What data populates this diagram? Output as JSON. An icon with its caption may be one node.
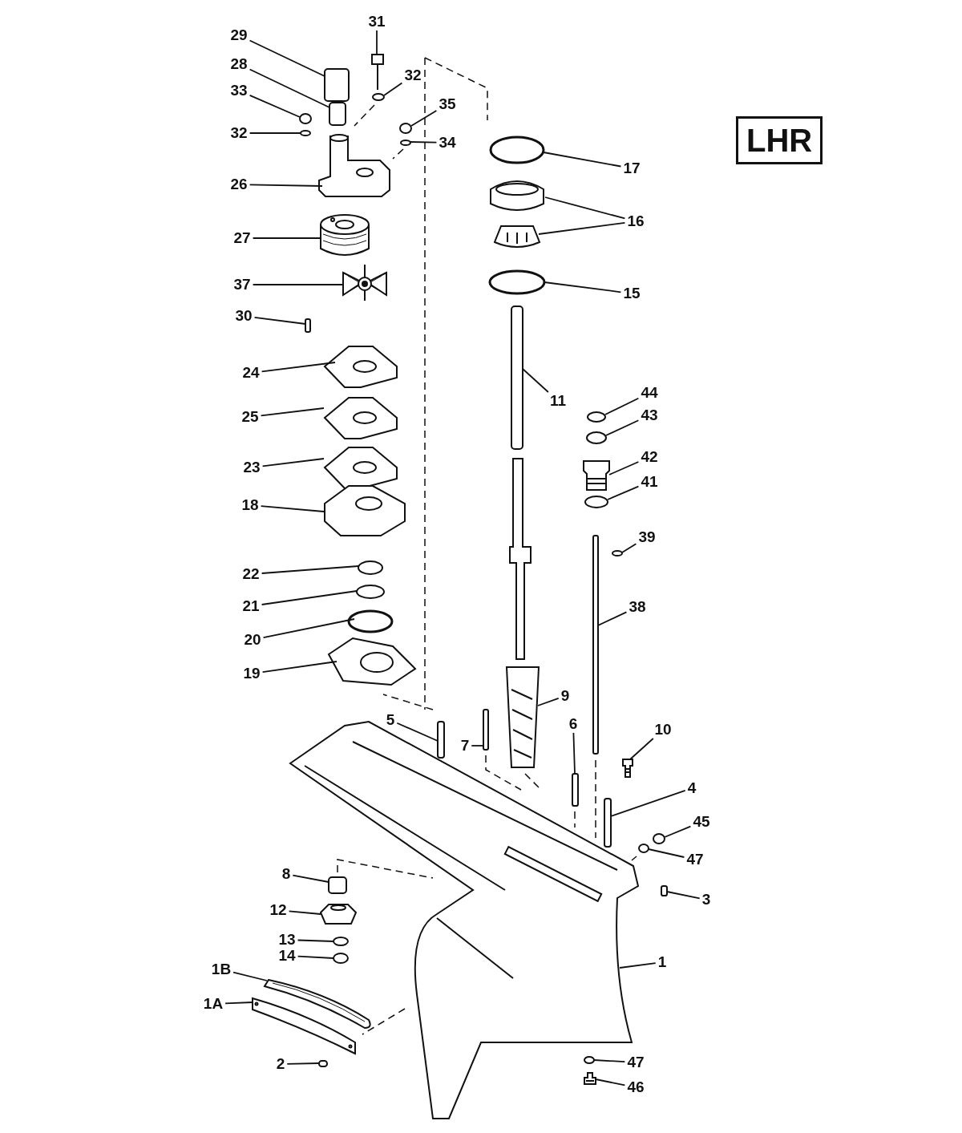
{
  "diagram": {
    "nodes": [
      {
        "text": [
          "29"
        ]
      },
      {
        "text": [
          "31"
        ]
      },
      {
        "text": [
          "32"
        ]
      },
      {
        "text": [
          "28"
        ]
      },
      {
        "text": [
          "33"
        ]
      },
      {
        "text": [
          "32"
        ]
      },
      {
        "text": [
          "35"
        ]
      },
      {
        "text": [
          "34"
        ]
      },
      {
        "text": [
          "26"
        ]
      },
      {
        "text": [
          "17"
        ]
      },
      {
        "text": [
          "16"
        ]
      },
      {
        "text": [
          "27"
        ]
      },
      {
        "text": [
          "37"
        ]
      },
      {
        "text": [
          "15"
        ]
      },
      {
        "text": [
          "30"
        ]
      },
      {
        "text": [
          "24"
        ]
      },
      {
        "text": [
          "44"
        ]
      },
      {
        "text": [
          "11"
        ]
      },
      {
        "text": [
          "43"
        ]
      },
      {
        "text": [
          "25"
        ]
      },
      {
        "text": [
          "42"
        ]
      },
      {
        "text": [
          "41"
        ]
      },
      {
        "text": [
          "23"
        ]
      },
      {
        "text": [
          "18"
        ]
      },
      {
        "text": [
          "39"
        ]
      },
      {
        "text": [
          "22"
        ]
      },
      {
        "text": [
          "21"
        ]
      },
      {
        "text": [
          "38"
        ]
      },
      {
        "text": [
          "20"
        ]
      },
      {
        "text": [
          "19"
        ]
      },
      {
        "text": [
          "9"
        ]
      },
      {
        "text": [
          "5"
        ]
      },
      {
        "text": [
          "10"
        ]
      },
      {
        "text": [
          "7"
        ]
      },
      {
        "text": [
          "6"
        ]
      },
      {
        "text": [
          "4"
        ]
      },
      {
        "text": [
          "45"
        ]
      },
      {
        "text": [
          "47"
        ]
      },
      {
        "text": [
          "8"
        ]
      },
      {
        "text": [
          "3"
        ]
      },
      {
        "text": [
          "12"
        ]
      },
      {
        "text": [
          "13"
        ]
      },
      {
        "text": [
          "14"
        ]
      },
      {
        "text": [
          "1"
        ]
      },
      {
        "text": [
          "1B"
        ]
      },
      {
        "text": [
          "1A"
        ]
      },
      {
        "text": [
          "2"
        ]
      },
      {
        "text": [
          "47"
        ]
      },
      {
        "text": [
          "46"
        ]
      },
      {
        "text": [],
        "shape": "box"
      },
      {
        "text": [],
        "shape": "picture"
      },
      {
        "text": [],
        "shape": "circle"
      },
      {
        "text": [],
        "shape": "box"
      },
      {
        "text": [],
        "shape": "circle"
      },
      {
        "text": [],
        "shape": "circle"
      },
      {
        "text": [],
        "shape": "circle"
      },
      {
        "text": [],
        "shape": "circle"
      },
      {
        "text": [],
        "shape": "picture"
      },
      {
        "text": [],
        "shape": "circle"
      },
      {
        "text": [],
        "shape": "picture"
      },
      {
        "text": [],
        "shape": "picture"
      },
      {
        "text": [],
        "shape": "picture"
      },
      {
        "text": [],
        "shape": "picture"
      },
      {
        "text": [],
        "shape": "circle"
      },
      {
        "text": [],
        "shape": "box"
      },
      {
        "text": [],
        "shape": "picture"
      },
      {
        "text": [],
        "shape": "circle"
      },
      {
        "text": [],
        "shape": "picture"
      },
      {
        "text": [],
        "shape": "circle"
      },
      {
        "text": [],
        "shape": "picture"
      },
      {
        "text": [],
        "shape": "picture"
      },
      {
        "text": [],
        "shape": "circle"
      },
      {
        "text": [],
        "shape": "picture"
      },
      {
        "text": [],
        "shape": "picture"
      },
      {
        "text": [],
        "shape": "circle"
      },
      {
        "text": [],
        "shape": "circle"
      },
      {
        "text": [],
        "shape": "circle"
      },
      {
        "text": [],
        "shape": "box"
      },
      {
        "text": [],
        "shape": "circle"
      },
      {
        "text": [],
        "shape": "picture"
      },
      {
        "text": [],
        "shape": "picture"
      },
      {
        "text": [],
        "shape": "box"
      },
      {
        "text": [],
        "shape": "picture"
      },
      {
        "text": [],
        "shape": "box"
      },
      {
        "text": [],
        "shape": "box"
      },
      {
        "text": [],
        "shape": "box"
      },
      {
        "text": [],
        "shape": "circle"
      },
      {
        "text": [],
        "shape": "circle"
      },
      {
        "text": [],
        "shape": "box"
      },
      {
        "text": [],
        "shape": "box"
      },
      {
        "text": [],
        "shape": "picture"
      },
      {
        "text": [],
        "shape": "circle"
      },
      {
        "text": [],
        "shape": "circle"
      },
      {
        "text": [],
        "shape": "picture"
      },
      {
        "text": [],
        "shape": "picture"
      },
      {
        "text": [],
        "shape": "picture"
      },
      {
        "text": [],
        "shape": "box"
      },
      {
        "text": [],
        "shape": "circle"
      },
      {
        "text": [],
        "shape": "picture"
      }
    ],
    "edges": [
      {
        "from": 0,
        "to": 49,
        "arrow": "none"
      },
      {
        "from": 1,
        "to": 50,
        "arrow": "none"
      },
      {
        "from": 2,
        "to": 51,
        "arrow": "none"
      },
      {
        "from": 3,
        "to": 52,
        "arrow": "none"
      },
      {
        "from": 4,
        "to": 53,
        "arrow": "none"
      },
      {
        "from": 5,
        "to": 54,
        "arrow": "none"
      },
      {
        "from": 6,
        "to": 55,
        "arrow": "none"
      },
      {
        "from": 7,
        "to": 56,
        "arrow": "none"
      },
      {
        "from": 8,
        "to": 57,
        "arrow": "none"
      },
      {
        "from": 9,
        "to": 58,
        "arrow": "none"
      },
      {
        "from": 10,
        "to": 59,
        "arrow": "none"
      },
      {
        "from": 10,
        "to": 60,
        "arrow": "none"
      },
      {
        "from": 11,
        "to": 61,
        "arrow": "none"
      },
      {
        "from": 12,
        "to": 62,
        "arrow": "none"
      },
      {
        "from": 13,
        "to": 63,
        "arrow": "none"
      },
      {
        "from": 14,
        "to": 64,
        "arrow": "none"
      },
      {
        "from": 15,
        "to": 65,
        "arrow": "none"
      },
      {
        "from": 16,
        "to": 66,
        "arrow": "none"
      },
      {
        "from": 17,
        "to": 67,
        "arrow": "none"
      },
      {
        "from": 18,
        "to": 68,
        "arrow": "none"
      },
      {
        "from": 19,
        "to": 69,
        "arrow": "none"
      },
      {
        "from": 20,
        "to": 70,
        "arrow": "none"
      },
      {
        "from": 21,
        "to": 71,
        "arrow": "none"
      },
      {
        "from": 22,
        "to": 72,
        "arrow": "none"
      },
      {
        "from": 23,
        "to": 73,
        "arrow": "none"
      },
      {
        "from": 24,
        "to": 74,
        "arrow": "none"
      },
      {
        "from": 25,
        "to": 75,
        "arrow": "none"
      },
      {
        "from": 26,
        "to": 76,
        "arrow": "none"
      },
      {
        "from": 27,
        "to": 77,
        "arrow": "none"
      },
      {
        "from": 28,
        "to": 78,
        "arrow": "none"
      },
      {
        "from": 29,
        "to": 79,
        "arrow": "none"
      },
      {
        "from": 30,
        "to": 80,
        "arrow": "none"
      },
      {
        "from": 31,
        "to": 81,
        "arrow": "none"
      },
      {
        "from": 32,
        "to": 82,
        "arrow": "none"
      },
      {
        "from": 33,
        "to": 83,
        "arrow": "none"
      },
      {
        "from": 34,
        "to": 84,
        "arrow": "none"
      },
      {
        "from": 35,
        "to": 85,
        "arrow": "none"
      },
      {
        "from": 36,
        "to": 86,
        "arrow": "none"
      },
      {
        "from": 37,
        "to": 87,
        "arrow": "none"
      },
      {
        "from": 38,
        "to": 88,
        "arrow": "none"
      },
      {
        "from": 39,
        "to": 89,
        "arrow": "none"
      },
      {
        "from": 40,
        "to": 90,
        "arrow": "none"
      },
      {
        "from": 41,
        "to": 91,
        "arrow": "none"
      },
      {
        "from": 42,
        "to": 92,
        "arrow": "none"
      },
      {
        "from": 43,
        "to": 93,
        "arrow": "none"
      },
      {
        "from": 44,
        "to": 94,
        "arrow": "none"
      },
      {
        "from": 45,
        "to": 95,
        "arrow": "none"
      },
      {
        "from": 46,
        "to": 96,
        "arrow": "none"
      },
      {
        "from": 47,
        "to": 97,
        "arrow": "none"
      },
      {
        "from": 48,
        "to": 98,
        "arrow": "none"
      }
    ],
    "labels": [
      "LHR"
    ]
  }
}
